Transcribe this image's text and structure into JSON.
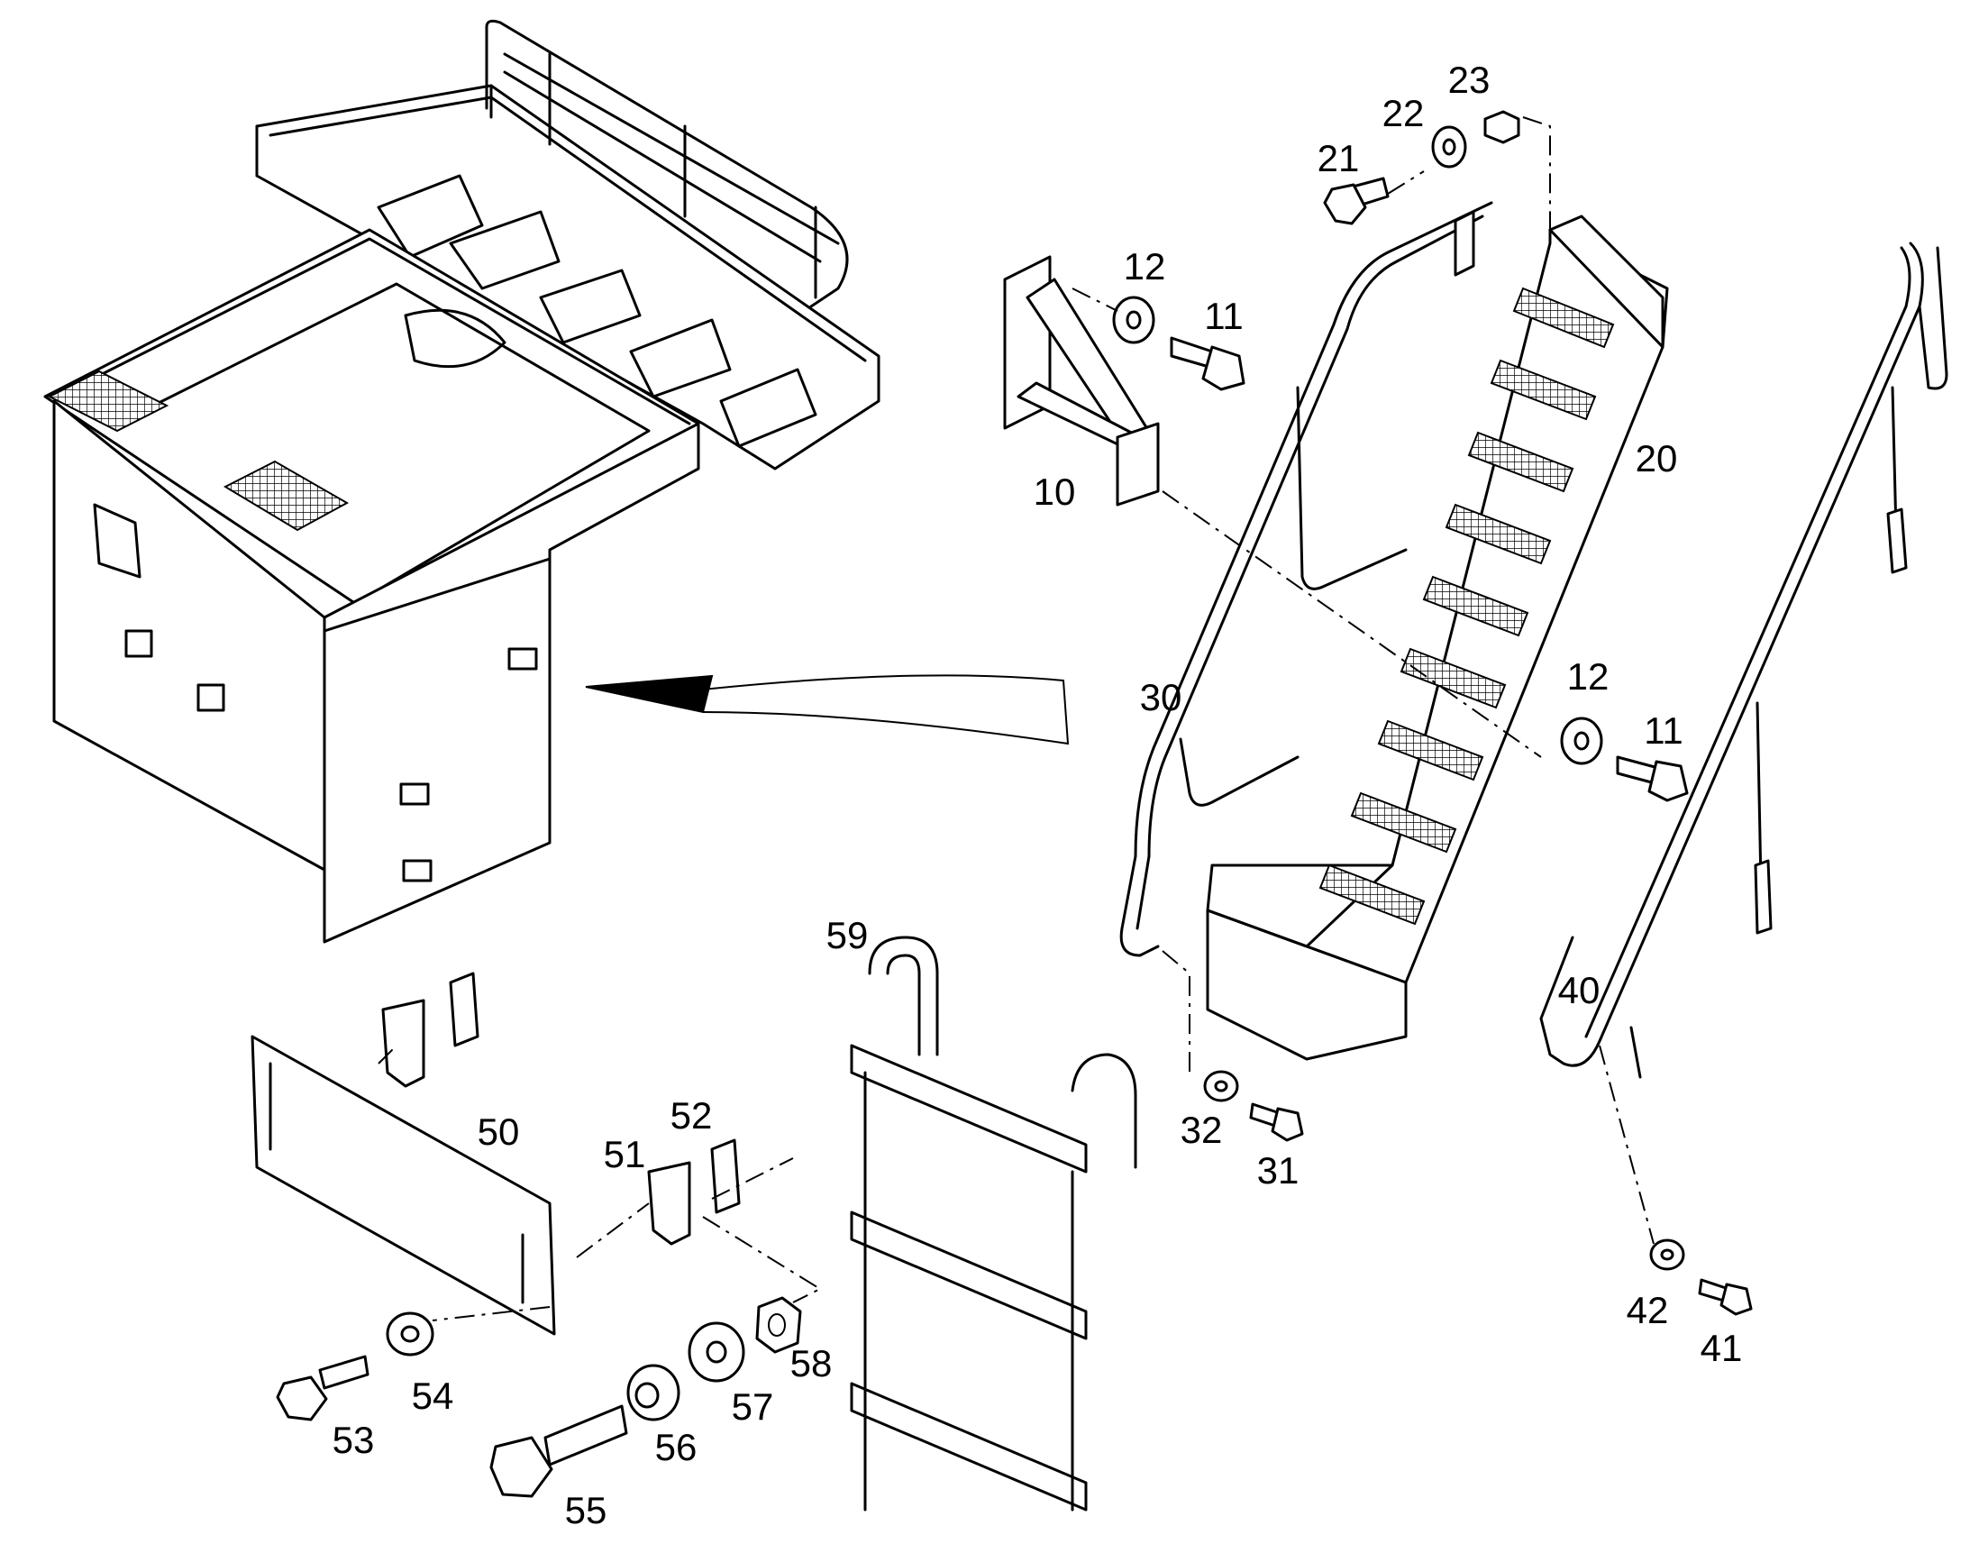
{
  "callouts": [
    {
      "id": "10",
      "text": "10"
    },
    {
      "id": "11a",
      "text": "11"
    },
    {
      "id": "12a",
      "text": "12"
    },
    {
      "id": "11b",
      "text": "11"
    },
    {
      "id": "12b",
      "text": "12"
    },
    {
      "id": "20",
      "text": "20"
    },
    {
      "id": "21",
      "text": "21"
    },
    {
      "id": "22",
      "text": "22"
    },
    {
      "id": "23",
      "text": "23"
    },
    {
      "id": "30",
      "text": "30"
    },
    {
      "id": "31",
      "text": "31"
    },
    {
      "id": "32",
      "text": "32"
    },
    {
      "id": "40",
      "text": "40"
    },
    {
      "id": "41",
      "text": "41"
    },
    {
      "id": "42",
      "text": "42"
    },
    {
      "id": "50",
      "text": "50"
    },
    {
      "id": "51",
      "text": "51"
    },
    {
      "id": "52",
      "text": "52"
    },
    {
      "id": "53",
      "text": "53"
    },
    {
      "id": "54",
      "text": "54"
    },
    {
      "id": "55",
      "text": "55"
    },
    {
      "id": "56",
      "text": "56"
    },
    {
      "id": "57",
      "text": "57"
    },
    {
      "id": "58",
      "text": "58"
    },
    {
      "id": "59",
      "text": "59"
    }
  ]
}
